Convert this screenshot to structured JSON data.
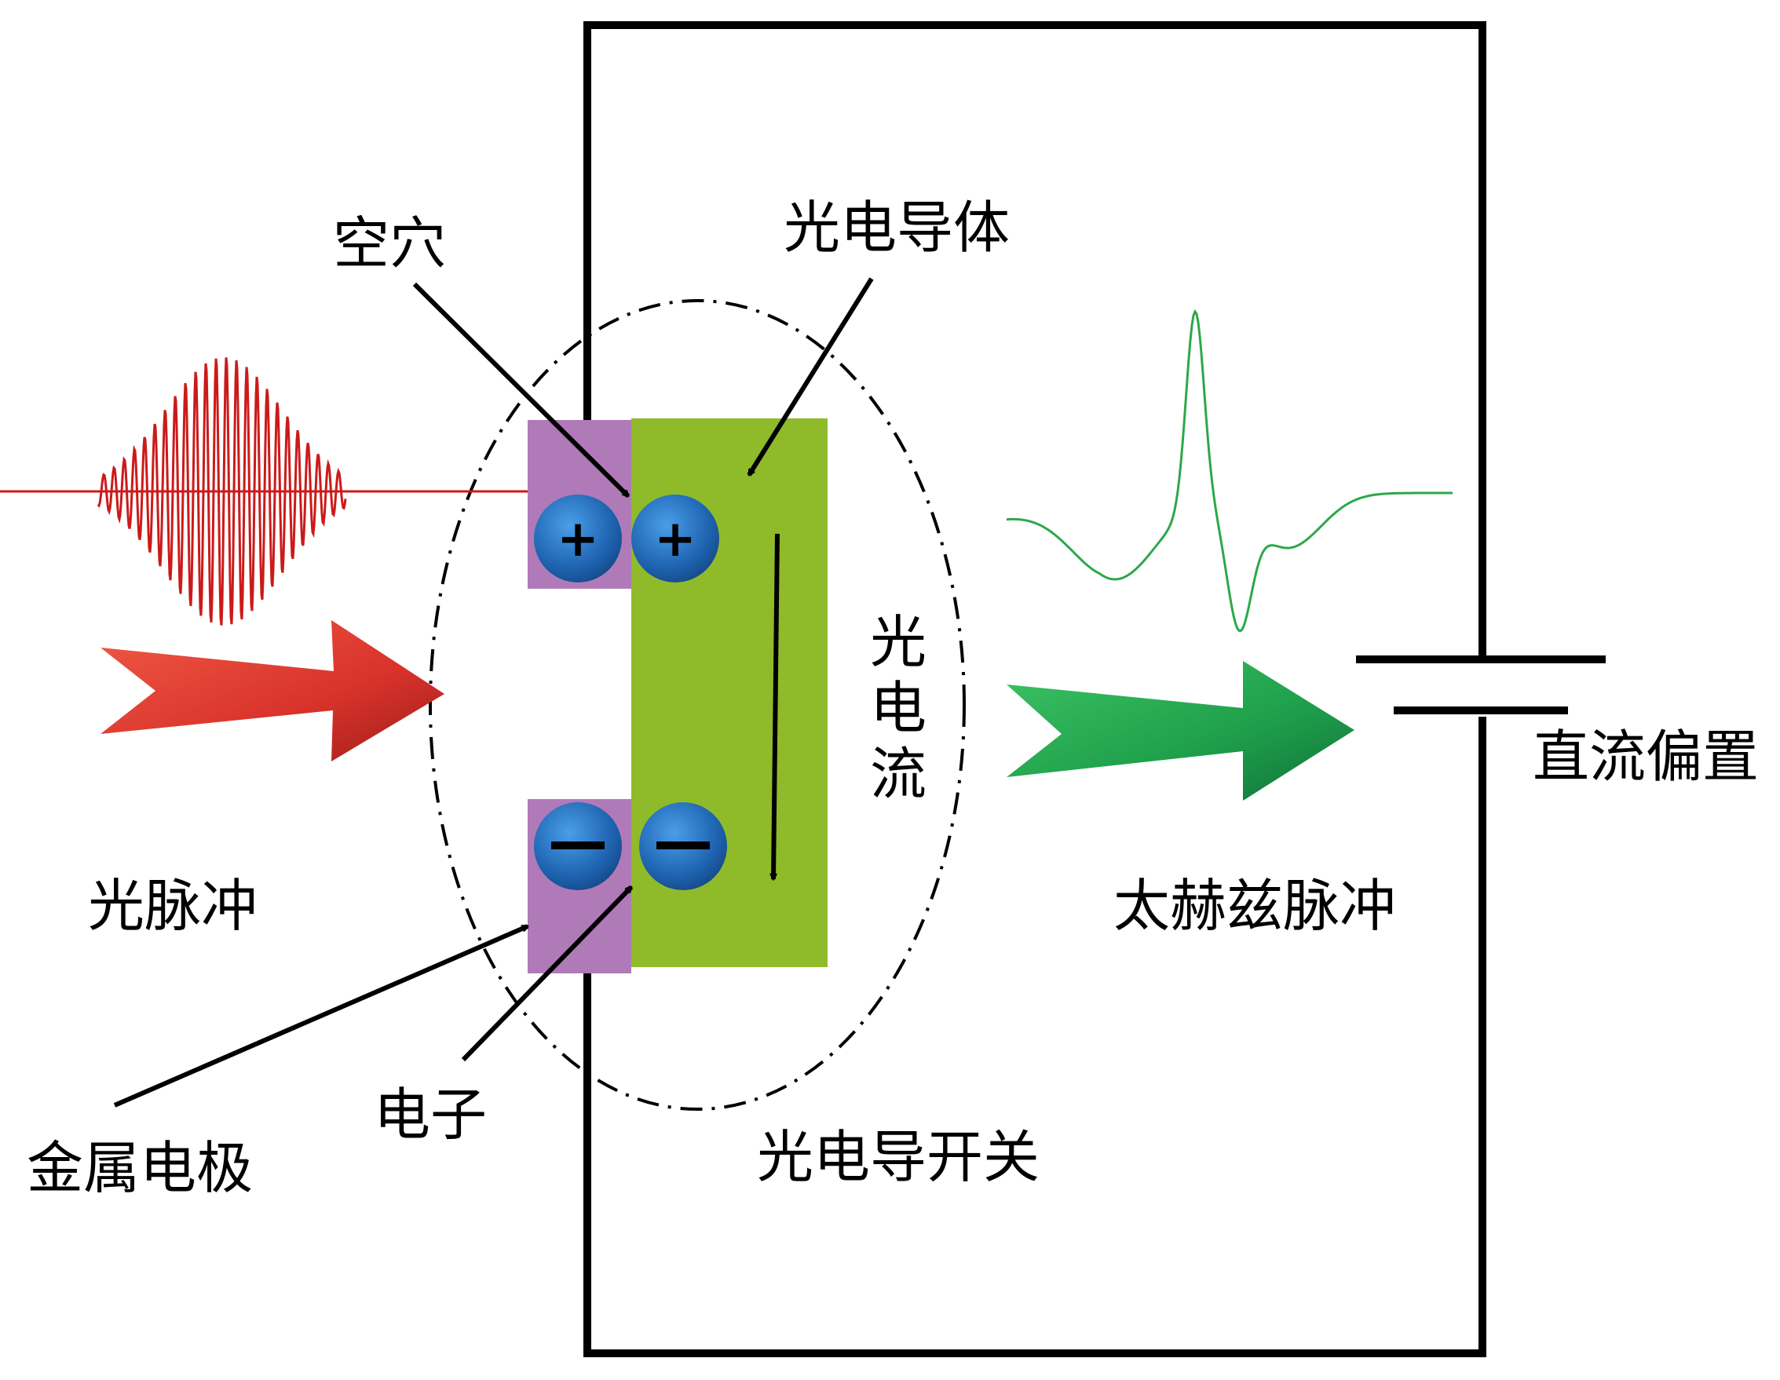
{
  "labels": {
    "hole": "空穴",
    "photoconductor": "光电导体",
    "photocurrent": [
      "光",
      "电",
      "流"
    ],
    "dc_bias": "直流偏置",
    "light_pulse": "光脉冲",
    "thz_pulse": "太赫兹脉冲",
    "metal_electrode": "金属电极",
    "electron": "电子",
    "pc_switch": "光电导开关"
  },
  "signs": {
    "plus": "+",
    "minus": "—"
  },
  "colors": {
    "electrode": "#b07ab8",
    "photoconductor": "#8fbb2a",
    "carrier": "#1e63b0",
    "light_pulse": "#cc1a1a",
    "thz_pulse": "#2ca84a",
    "light_arrow": "#d9332b",
    "thz_arrow": "#1e9e4a",
    "circuit": "#000000"
  },
  "icons": {
    "light_arrow": "right-arrow-icon",
    "thz_arrow": "right-arrow-icon",
    "battery": "dc-source-icon"
  }
}
